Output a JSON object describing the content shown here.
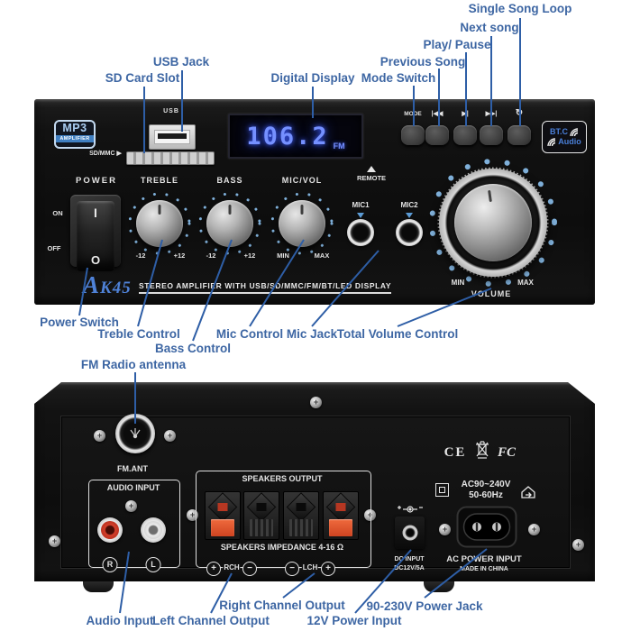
{
  "title": "AK45 amplifier annotated diagram",
  "colors": {
    "label_blue": "#3d66a3",
    "leader_blue": "#2e5ea6",
    "display_blue": "#7590ff",
    "dot_blue": "#7fb0da",
    "accent_red": "#d5402c",
    "tab_orange": "#e05532"
  },
  "labels": {
    "front_top": {
      "single_song_loop": "Single Song Loop",
      "next_song": "Next song",
      "play_pause": "Play/ Pause",
      "previous_song": "Previous Song",
      "mode_switch": "Mode Switch",
      "digital_display": "Digital Display",
      "usb_jack": "USB Jack",
      "sd_card_slot": "SD Card Slot"
    },
    "front_bottom": {
      "power_switch": "Power Switch",
      "treble_control": "Treble Control",
      "bass_control": "Bass Control",
      "mic_control": "Mic Control",
      "mic_jack": "Mic Jack",
      "total_volume_control": "Total Volume Control"
    },
    "rear_top": {
      "fm_radio_antenna": "FM Radio antenna"
    },
    "rear_bottom": {
      "audio_input": "Audio Input",
      "left_channel_output": "Left Channel Output",
      "right_channel_output": "Right Channel Output",
      "twelve_v_power_input": "12V Power Input",
      "power_jack": "90-230V Power Jack"
    }
  },
  "front_panel": {
    "mp3_badge": {
      "line1": "MP3",
      "line2": "AMPLIFIER"
    },
    "usb_label": "USB",
    "sd_label": "SD/MMC ▶",
    "display": {
      "value": "106.2",
      "unit": "FM"
    },
    "remote_label": "REMOTE",
    "buttons": {
      "mode": "MODE",
      "prev": "|◀◀",
      "play": "▶|",
      "next": "▶▶|",
      "loop": "↻"
    },
    "btc_badge": {
      "line1": "BT.C",
      "line2": "Audio"
    },
    "power": {
      "title": "POWER",
      "on": "ON",
      "off": "OFF",
      "sym_on": "I",
      "sym_off": "O"
    },
    "knobs": [
      {
        "label": "TREBLE",
        "min": "-12",
        "max": "+12"
      },
      {
        "label": "BASS",
        "min": "-12",
        "max": "+12"
      },
      {
        "label": "MIC/VOL",
        "min": "MIN",
        "max": "MAX"
      }
    ],
    "mic1": "MIC1",
    "mic2": "MIC2",
    "volume": {
      "min": "MIN",
      "max": "MAX",
      "label": "VOLUME"
    },
    "brand": {
      "model_first": "A",
      "model_rest": "K45",
      "tagline": "STEREO AMPLIFIER WITH USB/SD/MMC/FM/BT/LED DISPLAY"
    }
  },
  "rear_panel": {
    "fm_ant": "FM.ANT",
    "audio_input": {
      "title": "AUDIO INPUT",
      "right": "R",
      "left": "L"
    },
    "speakers": {
      "title": "SPEAKERS OUTPUT",
      "impedance": "SPEAKERS IMPEDANCE 4-16 Ω",
      "rch_plus": "+",
      "rch_label": "RCH",
      "rch_minus": "−",
      "lch_minus": "−",
      "lch_label": "LCH",
      "lch_plus": "+"
    },
    "certifications": {
      "ce": "CE",
      "fcc": "FC"
    },
    "ac_rating": {
      "line1": "AC90~240V",
      "line2": "50-60Hz"
    },
    "dc_input": {
      "line1": "DC INPUT",
      "line2": "DC12V/5A"
    },
    "ac_input": {
      "line1": "AC POWER INPUT",
      "line2": "MADE IN CHINA"
    }
  }
}
